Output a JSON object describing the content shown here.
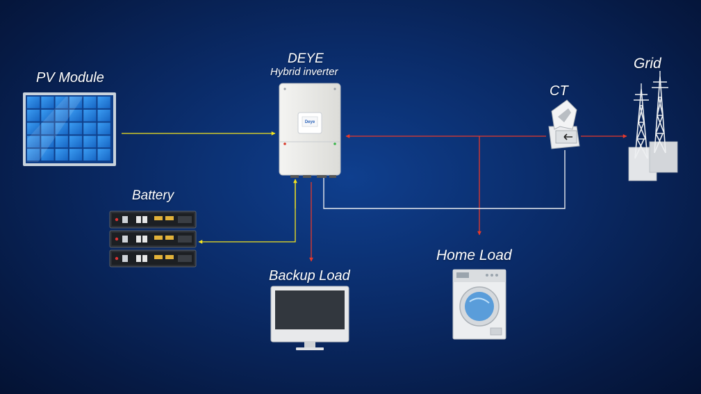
{
  "labels": {
    "pv_module": "PV Module",
    "brand": "DEYE",
    "inverter": "Hybrid inverter",
    "grid": "Grid",
    "ct": "CT",
    "battery": "Battery",
    "backup_load": "Backup Load",
    "home_load": "Home Load",
    "inverter_logo": "Deye"
  },
  "colors": {
    "dc_flow": "#f5e51e",
    "ac_flow": "#e8392b",
    "ct_wire": "#e6e9ee",
    "background": "#0a2a66"
  },
  "icons": [
    "solar-panel-icon",
    "battery-rack-icon",
    "inverter-icon",
    "ct-clamp-icon",
    "grid-tower-icon",
    "monitor-icon",
    "washing-machine-icon"
  ]
}
